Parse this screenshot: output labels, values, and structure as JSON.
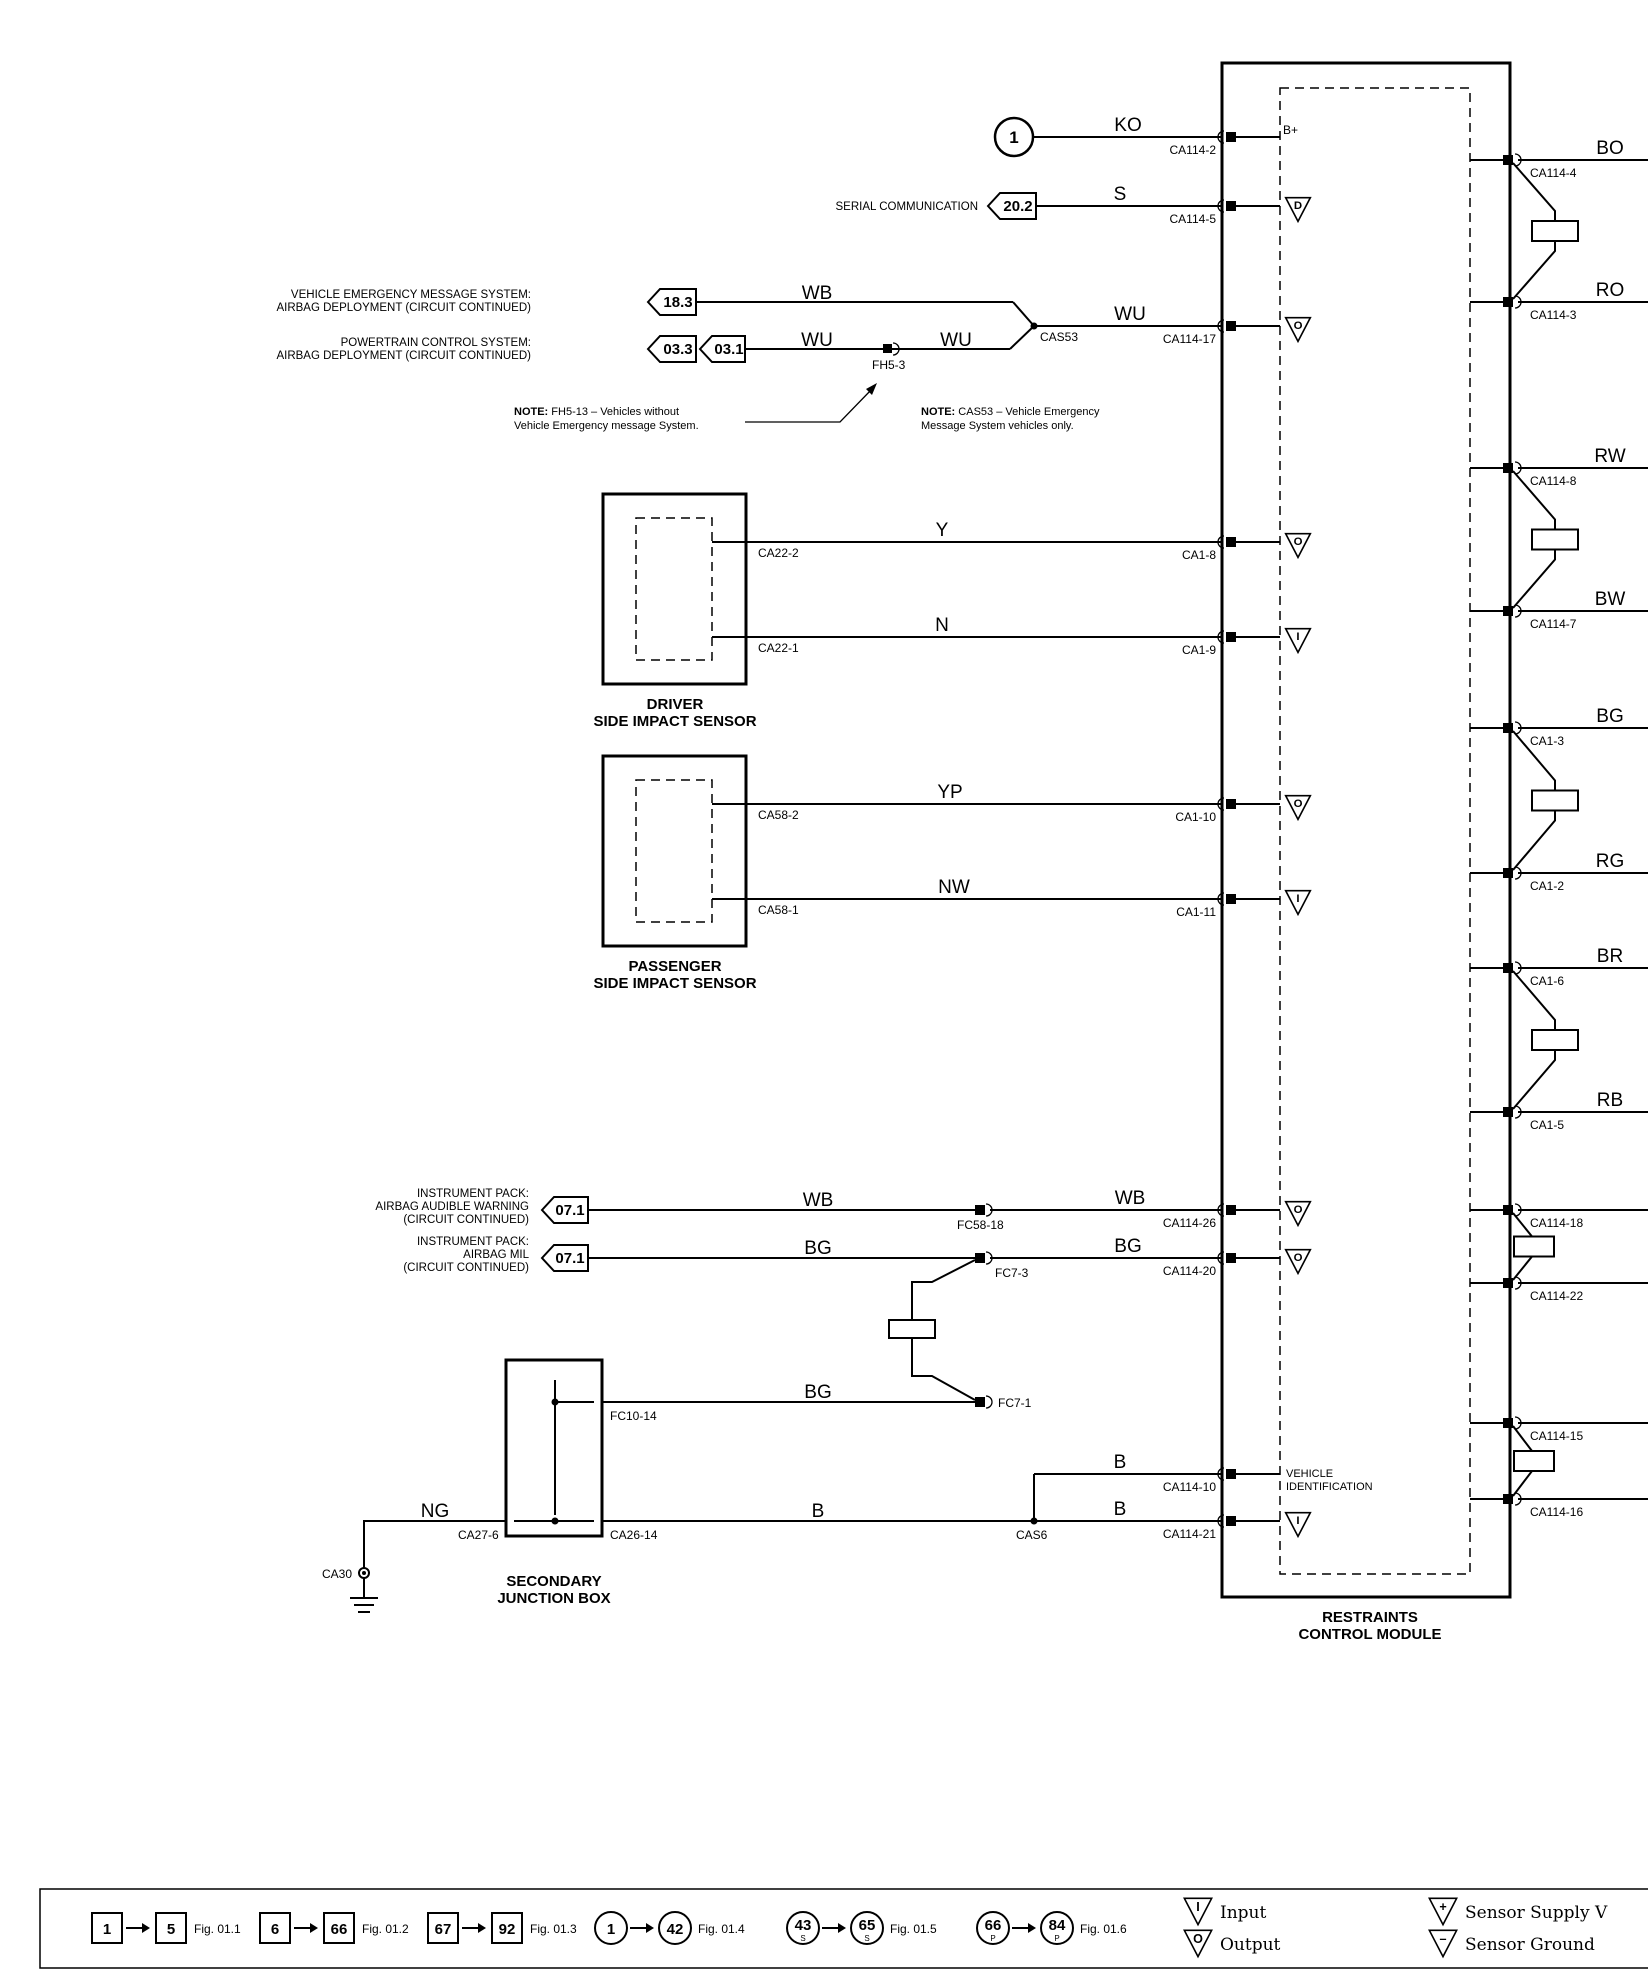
{
  "module": {
    "name_lines": [
      "RESTRAINTS",
      "CONTROL MODULE"
    ],
    "internal_labels": {
      "b_plus": "B+",
      "vehicle_id_lines": [
        "VEHICLE",
        "IDENTIFICATION"
      ]
    }
  },
  "left_wires": [
    {
      "id": "ko",
      "color": "KO",
      "pin": "CA114-2",
      "symbol": "",
      "source": "circle-1"
    },
    {
      "id": "s",
      "color": "S",
      "pin": "CA114-5",
      "symbol": "D",
      "source": "ref-20-2"
    },
    {
      "id": "wu",
      "color": "WU",
      "pin": "CA114-17",
      "symbol": "O",
      "source": "splice-cas53"
    },
    {
      "id": "y",
      "color": "Y",
      "pin": "CA1-8",
      "symbol": "O",
      "source": "driver-ca22-2"
    },
    {
      "id": "n",
      "color": "N",
      "pin": "CA1-9",
      "symbol": "I",
      "source": "driver-ca22-1"
    },
    {
      "id": "yp",
      "color": "YP",
      "pin": "CA1-10",
      "symbol": "O",
      "source": "passenger-ca58-2"
    },
    {
      "id": "nw",
      "color": "NW",
      "pin": "CA1-11",
      "symbol": "I",
      "source": "passenger-ca58-1"
    },
    {
      "id": "wb",
      "color": "WB",
      "pin": "CA114-26",
      "symbol": "O",
      "source": "fc58-18"
    },
    {
      "id": "bg",
      "color": "BG",
      "pin": "CA114-20",
      "symbol": "O",
      "source": "fc7-3"
    },
    {
      "id": "b10",
      "color": "B",
      "pin": "CA114-10",
      "symbol": "",
      "source": "cas6"
    },
    {
      "id": "b21",
      "color": "B",
      "pin": "CA114-21",
      "symbol": "I",
      "source": "cas6"
    }
  ],
  "right_pairs": [
    {
      "top": {
        "color": "BO",
        "pin": "CA114-4"
      },
      "bottom": {
        "color": "RO",
        "pin": "CA114-3"
      }
    },
    {
      "top": {
        "color": "RW",
        "pin": "CA114-8"
      },
      "bottom": {
        "color": "BW",
        "pin": "CA114-7"
      }
    },
    {
      "top": {
        "color": "BG",
        "pin": "CA1-3"
      },
      "bottom": {
        "color": "RG",
        "pin": "CA1-2"
      }
    },
    {
      "top": {
        "color": "BR",
        "pin": "CA1-6"
      },
      "bottom": {
        "color": "RB",
        "pin": "CA1-5"
      }
    },
    {
      "top": {
        "color": "",
        "pin": "CA114-18"
      },
      "bottom": {
        "color": "",
        "pin": "CA114-22"
      }
    },
    {
      "top": {
        "color": "",
        "pin": "CA114-15"
      },
      "bottom": {
        "color": "",
        "pin": "CA114-16"
      }
    }
  ],
  "off_page": {
    "circle_1": "1",
    "serial": {
      "label": "SERIAL COMMUNICATION",
      "ref": "20.2"
    },
    "vems": {
      "lines": [
        "VEHICLE EMERGENCY MESSAGE SYSTEM:",
        "AIRBAG DEPLOYMENT (CIRCUIT CONTINUED)"
      ],
      "ref": "18.3",
      "wire": "WB"
    },
    "pcm": {
      "lines": [
        "POWERTRAIN CONTROL SYSTEM:",
        "AIRBAG DEPLOYMENT (CIRCUIT CONTINUED)"
      ],
      "refs": [
        "03.3",
        "03.1"
      ],
      "wire_left": "WU",
      "wire_right": "WU",
      "connector": "FH5-3"
    },
    "splice": "CAS53",
    "ipc_warning": {
      "lines": [
        "INSTRUMENT PACK:",
        "AIRBAG AUDIBLE WARNING",
        "(CIRCUIT CONTINUED)"
      ],
      "ref": "07.1",
      "wire": "WB",
      "connector": "FC58-18"
    },
    "ipc_mil": {
      "lines": [
        "INSTRUMENT PACK:",
        "AIRBAG MIL",
        "(CIRCUIT CONTINUED)"
      ],
      "ref": "07.1",
      "wire": "BG",
      "connector": "FC7-3"
    }
  },
  "notes": [
    {
      "bold": "NOTE:",
      "lines": [
        " FH5-13 – Vehicles without",
        "Vehicle Emergency message System."
      ]
    },
    {
      "bold": "NOTE:",
      "lines": [
        " CAS53 – Vehicle Emergency",
        "Message System vehicles only."
      ]
    }
  ],
  "sensors": [
    {
      "name_lines": [
        "DRIVER",
        "SIDE IMPACT SENSOR"
      ],
      "pins": [
        "CA22-2",
        "CA22-1"
      ]
    },
    {
      "name_lines": [
        "PASSENGER",
        "SIDE IMPACT SENSOR"
      ],
      "pins": [
        "CA58-2",
        "CA58-1"
      ]
    }
  ],
  "junction_box": {
    "name_lines": [
      "SECONDARY",
      "JUNCTION BOX"
    ],
    "pins": {
      "fc10": "FC10-14",
      "ca27": "CA27-6",
      "ca26": "CA26-14"
    },
    "wire_bg": "BG",
    "wire_b": "B",
    "wire_ng": "NG",
    "fc7_1": "FC7-1",
    "splice": "CAS6",
    "ground": "CA30"
  },
  "legend": {
    "ranges": [
      {
        "from": "1",
        "to": "5",
        "fig": "Fig. 01.1",
        "shape": "box"
      },
      {
        "from": "6",
        "to": "66",
        "fig": "Fig. 01.2",
        "shape": "box"
      },
      {
        "from": "67",
        "to": "92",
        "fig": "Fig. 01.3",
        "shape": "box"
      },
      {
        "from": "1",
        "to": "42",
        "fig": "Fig. 01.4",
        "shape": "circle"
      },
      {
        "from": "43",
        "from_sub": "S",
        "to": "65",
        "to_sub": "S",
        "fig": "Fig. 01.5",
        "shape": "circle"
      },
      {
        "from": "66",
        "from_sub": "P",
        "to": "84",
        "to_sub": "P",
        "fig": "Fig. 01.6",
        "shape": "circle"
      }
    ],
    "symbols": [
      {
        "glyph": "I",
        "label": "Input"
      },
      {
        "glyph": "O",
        "label": "Output"
      },
      {
        "glyph": "+",
        "label": "Sensor Supply V"
      },
      {
        "glyph": "–",
        "label": "Sensor Ground"
      }
    ]
  }
}
